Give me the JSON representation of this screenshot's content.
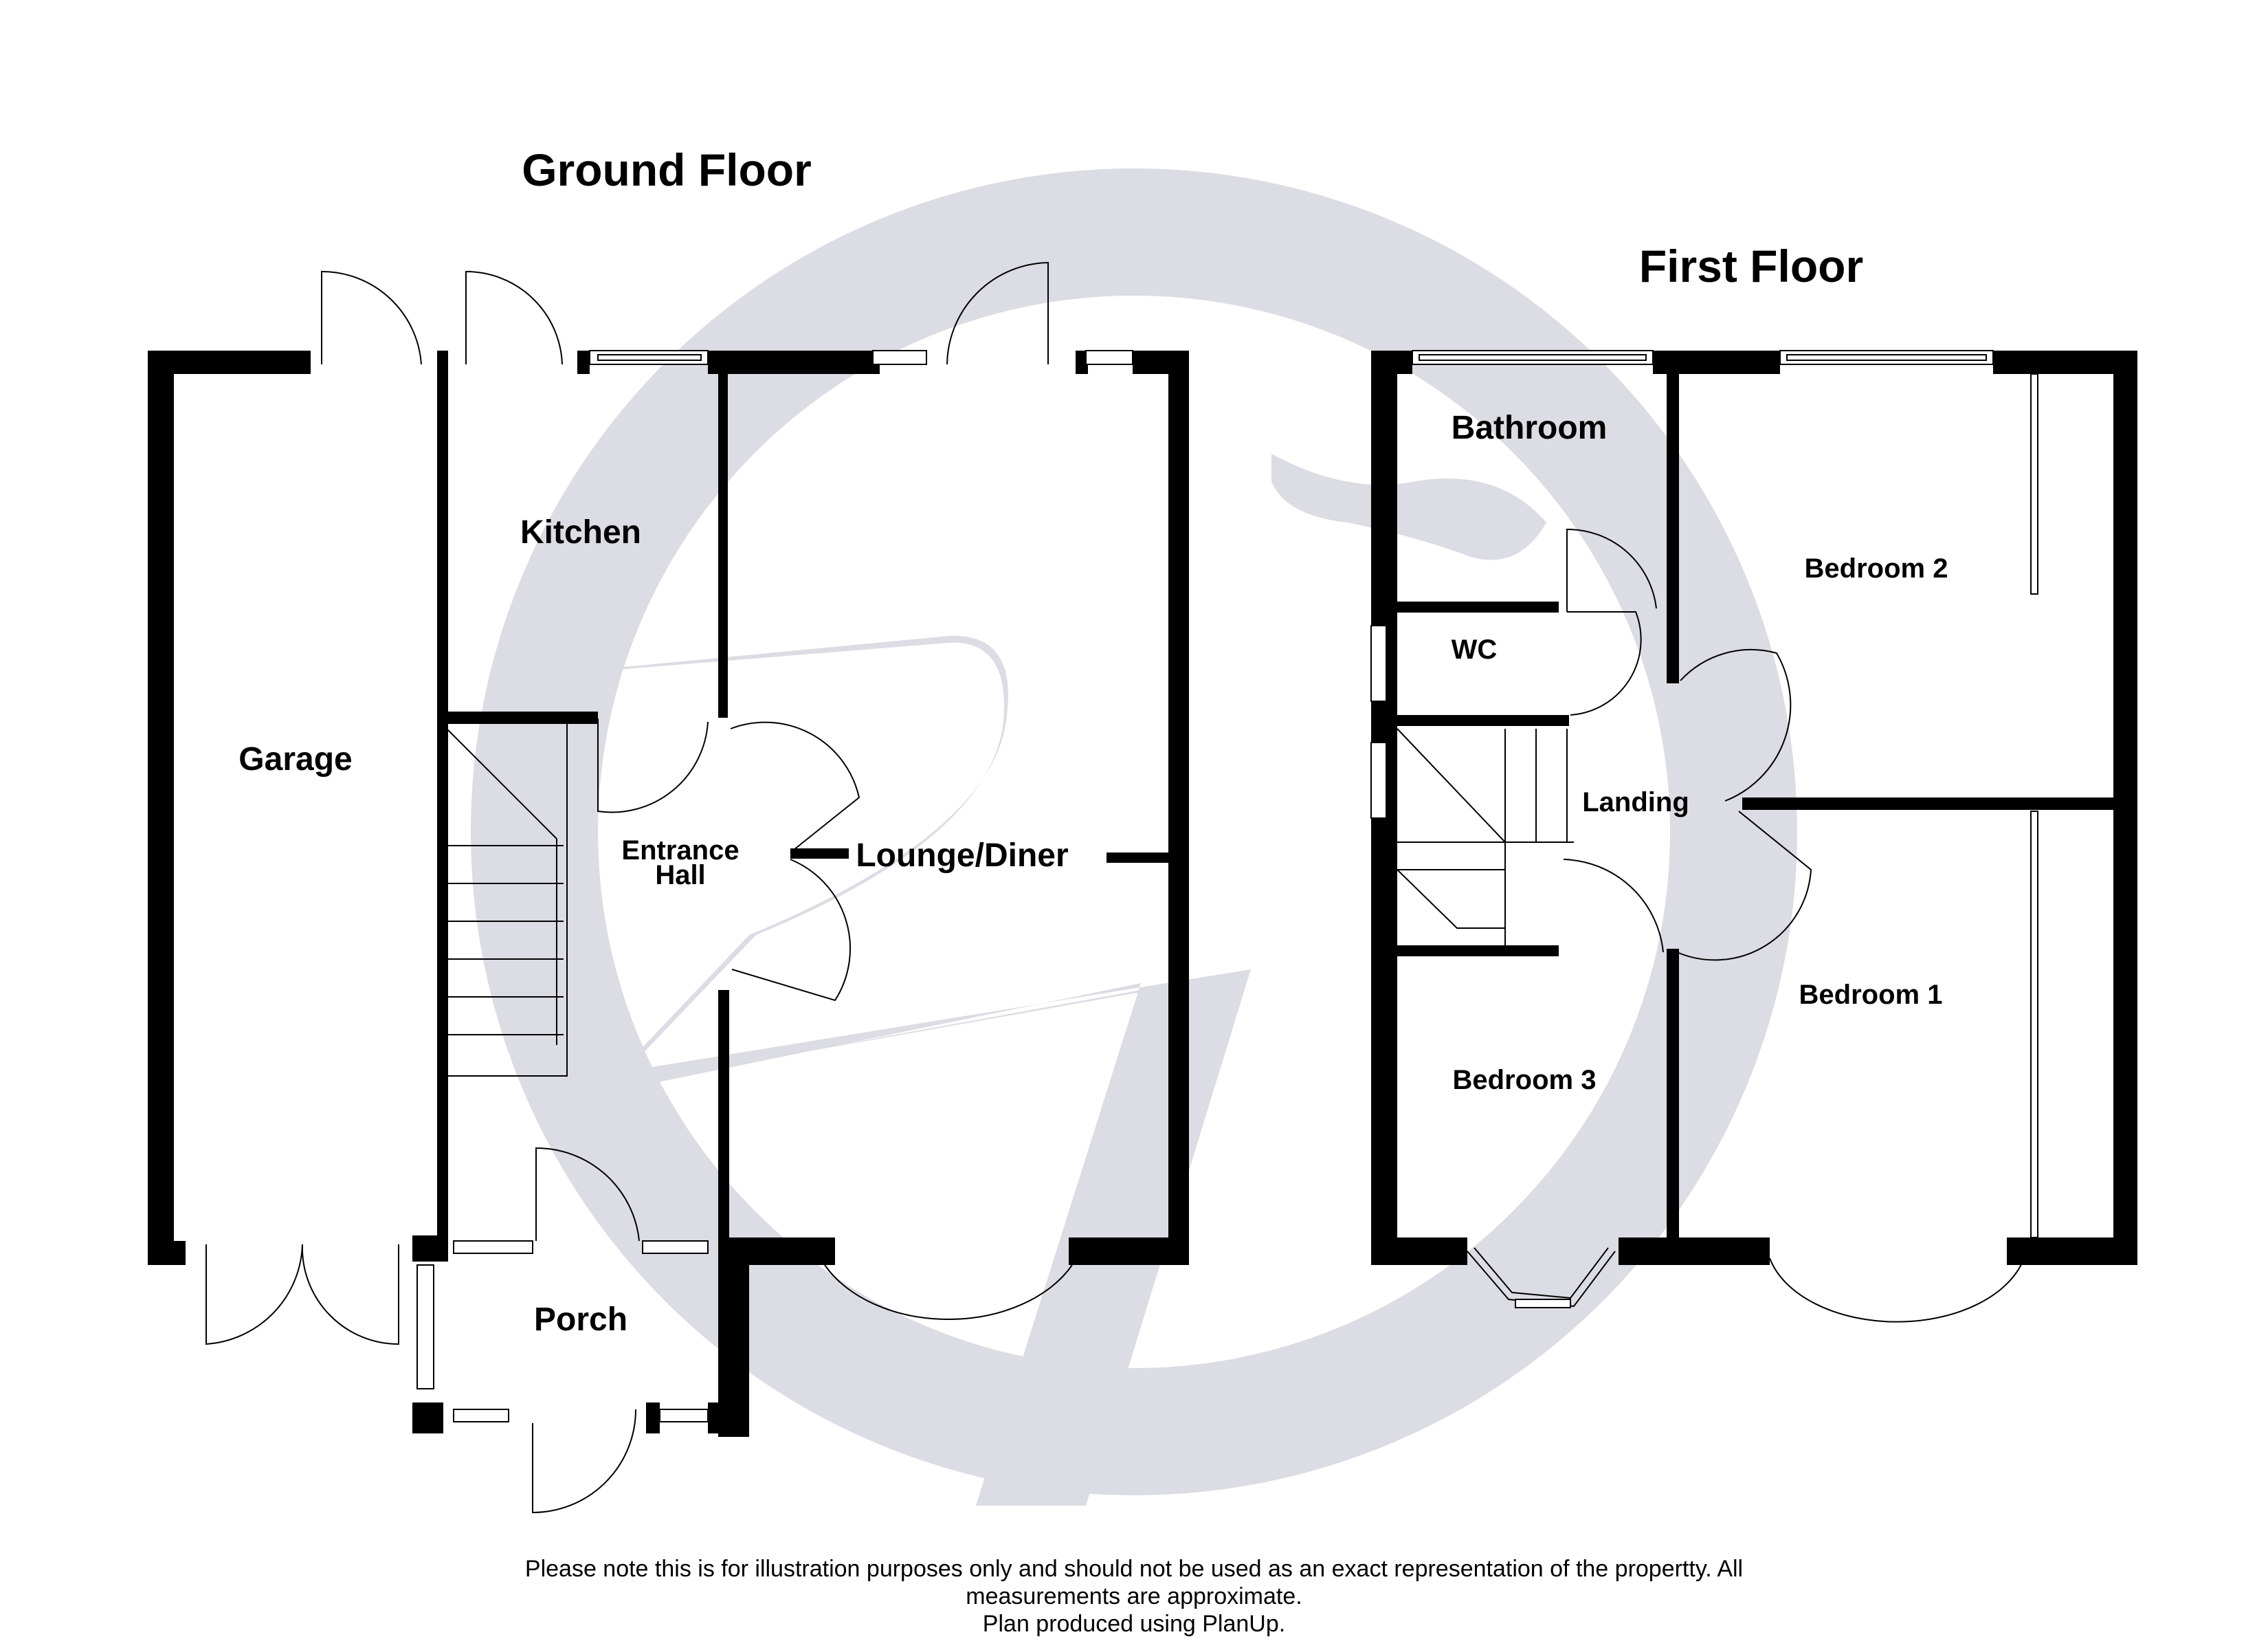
{
  "floors": {
    "ground": {
      "title": "Ground Floor",
      "rooms": {
        "garage": "Garage",
        "kitchen": "Kitchen",
        "entrance_hall_line1": "Entrance",
        "entrance_hall_line2": "Hall",
        "lounge_diner": "Lounge/Diner",
        "porch": "Porch"
      }
    },
    "first": {
      "title": "First Floor",
      "rooms": {
        "bathroom": "Bathroom",
        "wc": "WC",
        "landing": "Landing",
        "bedroom_1": "Bedroom 1",
        "bedroom_2": "Bedroom 2",
        "bedroom_3": "Bedroom 3"
      }
    }
  },
  "disclaimer": {
    "line1": "Please note this is for illustration purposes only and should not be used as an exact representation of the propertty. All",
    "line2": "measurements are approximate.",
    "line3": "Plan produced using PlanUp."
  },
  "colors": {
    "wall": "#000000",
    "watermark": "#dcdce4",
    "background": "#ffffff"
  },
  "icons": {
    "watermark": "watermark-logo-icon"
  }
}
